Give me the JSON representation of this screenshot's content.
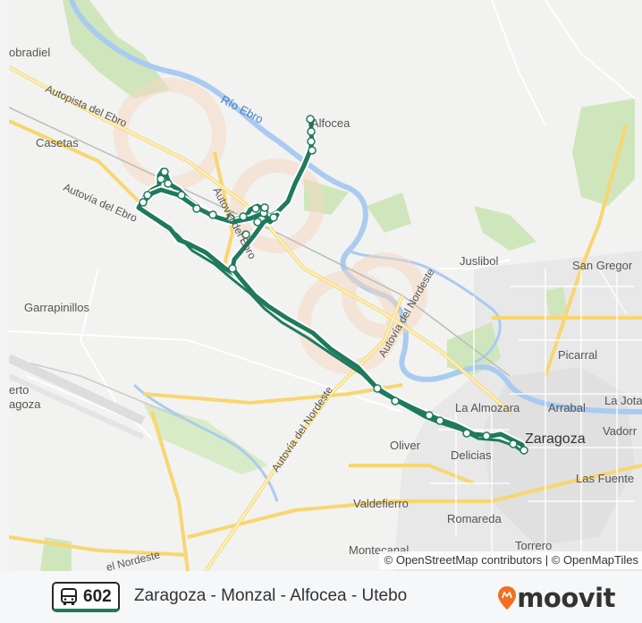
{
  "map": {
    "places": {
      "sobradiel": "obradiel",
      "casetas": "Casetas",
      "alfocea": "Alfocea",
      "juslibol": "Juslibol",
      "san_gregorio": "San Gregor",
      "garrapinillos": "Garrapinillos",
      "picarral": "Picarral",
      "la_jota": "La Jota",
      "la_almozara": "La Almozara",
      "arrabal": "Arrabal",
      "vadorrey": "Vadorr",
      "zaragoza": "Zaragoza",
      "oliver": "Oliver",
      "delicias": "Delicias",
      "las_fuentes": "Las Fuente",
      "valdefierro": "Valdefierro",
      "romareda": "Romareda",
      "montecanal": "Montecanal",
      "torrero": "Torrero",
      "aeropuerto_1": "erto",
      "aeropuerto_2": "agoza"
    },
    "roads": {
      "autopista_ebro": "Autopista del Ebro",
      "autovia_ebro": "Autovía del Ebro",
      "autovia_ebro_2": "Autovía del Ebro",
      "autovia_nordeste_1": "Autovía del Nordeste",
      "autovia_nordeste_2": "Autovía del Nordeste",
      "autovia_nordeste_3": "el Nordeste"
    },
    "river": "Río Ebro",
    "attribution": "© OpenStreetMap contributors | © OpenMapTiles",
    "colors": {
      "route": "#1f7a5c",
      "water": "#aacbf0",
      "green": "#c9e4b4",
      "highway": "#fbe08a",
      "urban": "#e6e6e6"
    }
  },
  "footer": {
    "route_number": "602",
    "route_name": "Zaragoza - Monzal - Alfocea - Utebo",
    "brand": "moovit",
    "icon": "bus-icon"
  }
}
